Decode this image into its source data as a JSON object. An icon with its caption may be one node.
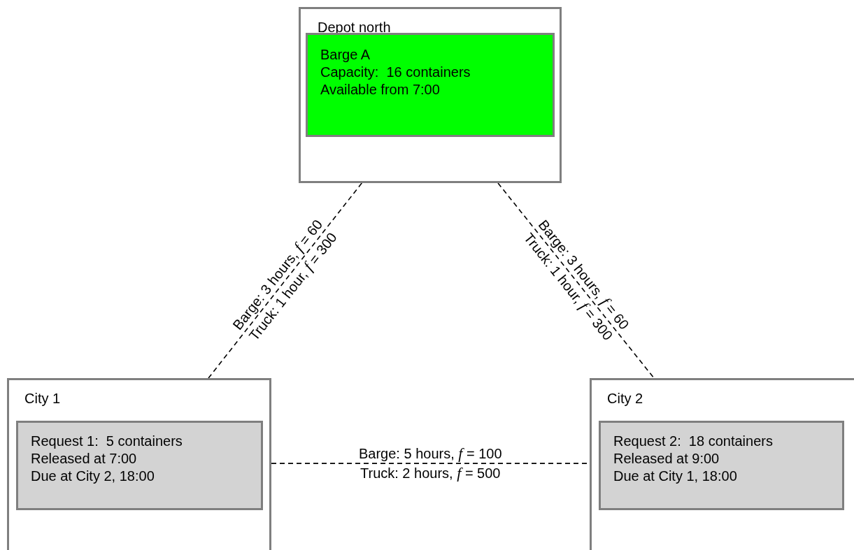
{
  "diagram": {
    "nodes": [
      {
        "text": [
          "Depot north"
        ]
      },
      {
        "text": [
          "Barge A",
          "Capacity:  16 containers",
          "Available from 7:00"
        ],
        "in": 0
      },
      {
        "text": [
          "City 1"
        ]
      },
      {
        "text": [
          "Request 1:  5 containers",
          "Released at 7:00",
          "Due at City 2, 18:00"
        ],
        "in": 2
      },
      {
        "text": [
          "City 2"
        ]
      },
      {
        "text": [
          "Request 2:  18 containers",
          "Released at 9:00",
          "Due at City 1, 18:00"
        ],
        "in": 4
      }
    ],
    "edges": [
      {
        "from": 0,
        "to": 2,
        "arrow": "none",
        "style": "dashed",
        "label": "Barge: 3 hours, *f* = 60"
      },
      {
        "from": 0,
        "to": 4,
        "arrow": "none",
        "style": "dashed",
        "label": "Barge: 3 hours, *f* = 60"
      },
      {
        "from": 2,
        "to": 4,
        "arrow": "none",
        "style": "dashed",
        "label": "Barge: 5 hours, *f* = 100"
      }
    ],
    "labels": [
      "Truck: 1 hour, *f* = 300",
      "Truck: 1 hour, *f* = 300",
      "Truck: 2 hours, *f* = 500"
    ]
  }
}
